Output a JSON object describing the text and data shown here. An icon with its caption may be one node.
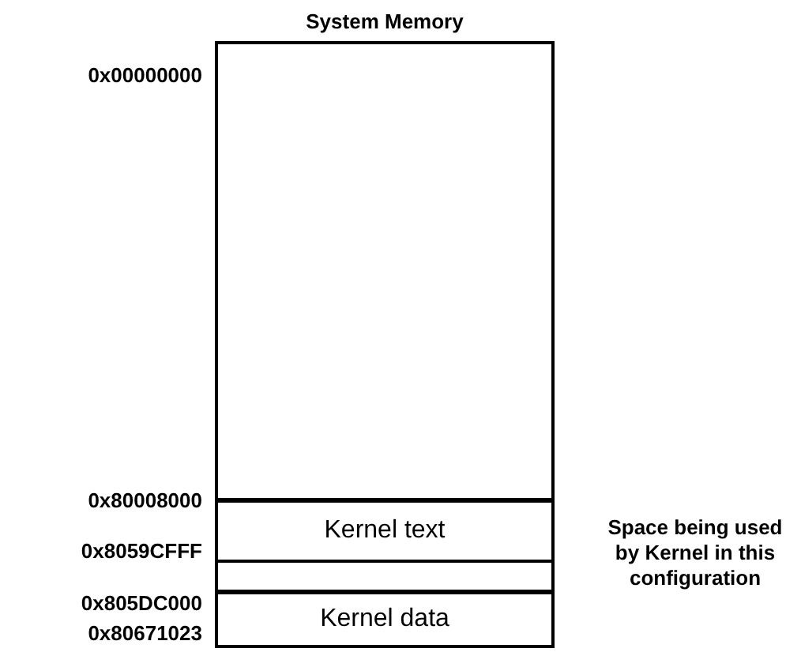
{
  "diagram": {
    "nodes": [
      {
        "text": [
          "System Memory"
        ]
      },
      {
        "text": [
          "Kernel text"
        ],
        "in": 0
      },
      {
        "text": [],
        "shape": "box",
        "in": 0
      },
      {
        "text": [
          "Kernel data"
        ],
        "in": 0
      }
    ],
    "labels": [
      "0x00000000",
      "0x80008000",
      "0x8059CFFF",
      "0x805DC000",
      "0x80671023",
      "Space being used by Kernel in this configuration"
    ]
  }
}
